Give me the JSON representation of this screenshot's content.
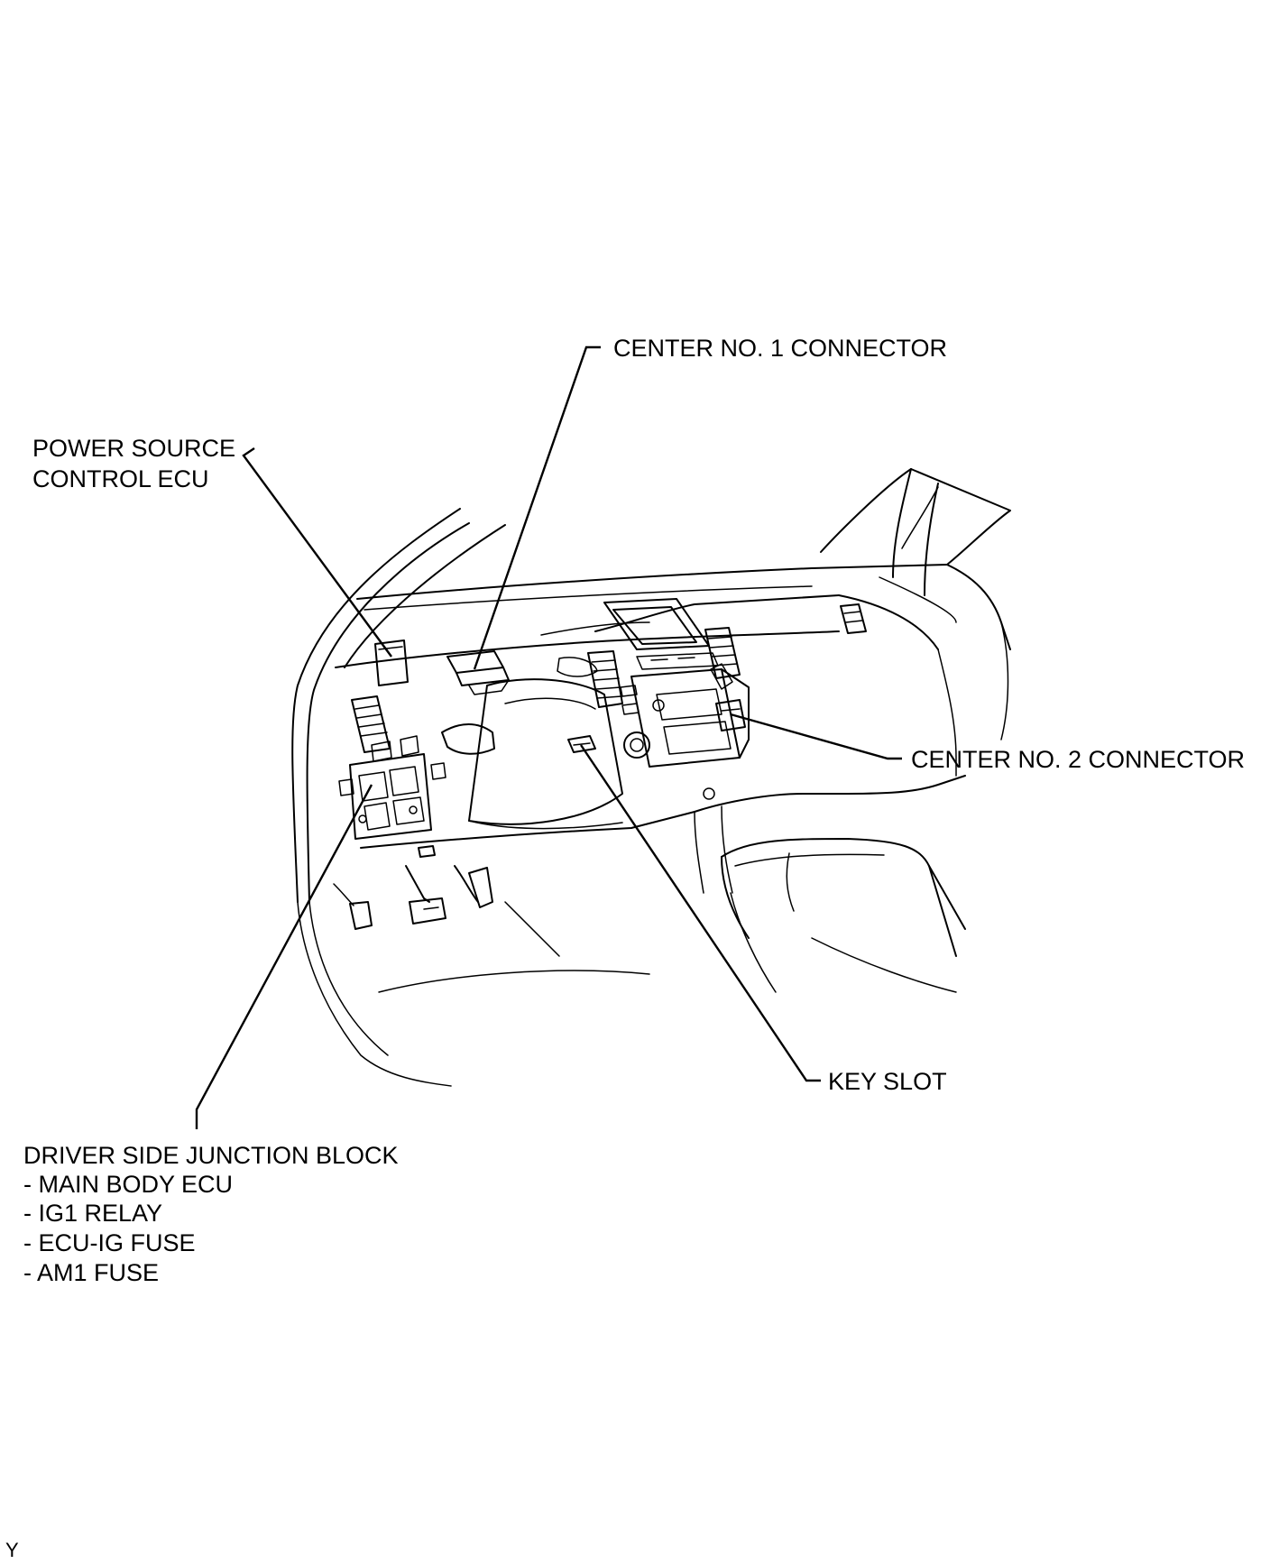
{
  "labels": {
    "center_no1_connector": "CENTER NO. 1 CONNECTOR",
    "power_source_ecu_line1": "POWER SOURCE",
    "power_source_ecu_line2": "CONTROL ECU",
    "center_no2_connector": "CENTER NO. 2 CONNECTOR",
    "key_slot": "KEY SLOT",
    "junction_block_title": "DRIVER SIDE JUNCTION BLOCK",
    "junction_block_items": [
      "- MAIN BODY ECU",
      "- IG1 RELAY",
      "- ECU-IG FUSE",
      "- AM1 FUSE"
    ]
  },
  "figure_code": "Y"
}
